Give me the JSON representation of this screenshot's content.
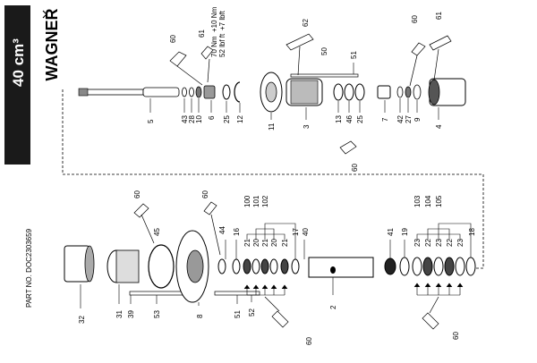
{
  "sheet": {
    "brand": "WAGNER",
    "volume": "40 cm³",
    "part_no": "PART NO. DOC2303659"
  },
  "torque": {
    "line1": "70 Nm",
    "line1_sup": "+10 Nm",
    "line2": "52 lbf ft",
    "line2_sup": "+7 lbft"
  },
  "upper_callouts": {
    "c43": "43",
    "c28": "28",
    "c10": "10",
    "c6": "6",
    "c25a": "25",
    "c12": "12",
    "c11": "11",
    "c3": "3",
    "c5": "5",
    "c13": "13",
    "c46": "46",
    "c25b": "25",
    "c7": "7",
    "c42": "42",
    "c27": "27",
    "c9": "9",
    "c4": "4",
    "c50": "50",
    "c51": "51",
    "c62": "62",
    "c60a": "60",
    "c61a": "61",
    "c60b": "60",
    "c61b": "61",
    "c60c": "60"
  },
  "lower_callouts": {
    "c32": "32",
    "c31": "31",
    "c39": "39",
    "c53": "53",
    "c8": "8",
    "c51": "51",
    "c52": "52",
    "c45": "45",
    "c44": "44",
    "c16": "16",
    "c17": "17",
    "c40": "40",
    "c2": "2",
    "c41": "41",
    "c19": "19",
    "c18": "18",
    "c60a": "60",
    "c60b": "60",
    "c60c": "60",
    "c60d": "60",
    "g1": [
      "100",
      "101",
      "102"
    ],
    "g1_row": [
      "21",
      "20",
      "21",
      "20",
      "21"
    ],
    "g2": [
      "103",
      "104",
      "105"
    ],
    "g2_row": [
      "23",
      "22",
      "23",
      "22",
      "23"
    ]
  },
  "colors": {
    "ink": "#000000",
    "header_bg": "#1a1a1a",
    "paper": "#ffffff"
  }
}
